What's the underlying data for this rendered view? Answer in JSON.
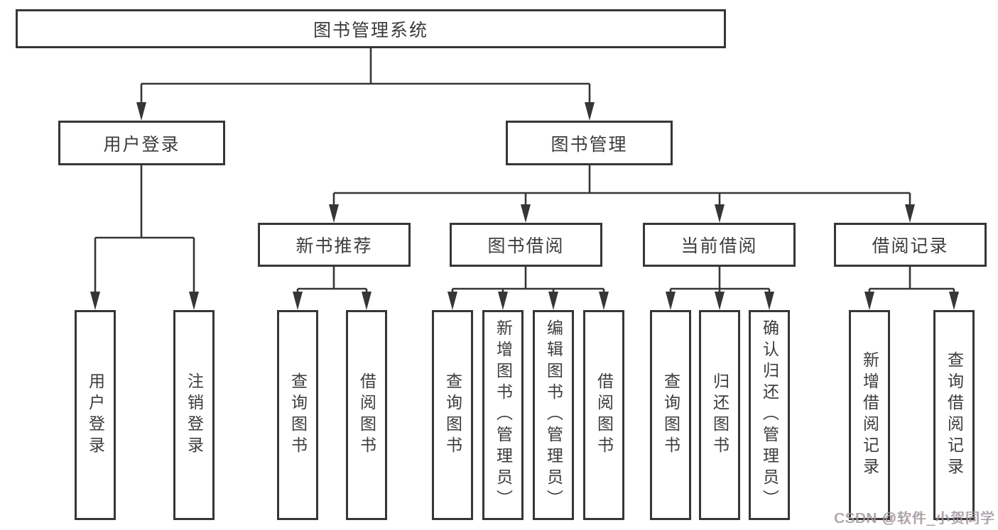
{
  "diagram_type": "functional-structure-tree",
  "watermark": "CSDN @软件_小贺同学",
  "colors": {
    "line": "#363636",
    "box_border": "#363636",
    "text": "#3c3c3c",
    "watermark": "#9e9e9e",
    "background": "#ffffff"
  },
  "tree": {
    "label": "图书管理系统",
    "children": [
      {
        "label": "用户登录",
        "children": [
          {
            "label": "用户登录"
          },
          {
            "label": "注销登录"
          }
        ]
      },
      {
        "label": "图书管理",
        "children": [
          {
            "label": "新书推荐",
            "children": [
              {
                "label": "查询图书"
              },
              {
                "label": "借阅图书"
              }
            ]
          },
          {
            "label": "图书借阅",
            "children": [
              {
                "label": "查询图书"
              },
              {
                "label": "新增图书（管理员）"
              },
              {
                "label": "编辑图书（管理员）"
              },
              {
                "label": "借阅图书"
              }
            ]
          },
          {
            "label": "当前借阅",
            "children": [
              {
                "label": "查询图书"
              },
              {
                "label": "归还图书"
              },
              {
                "label": "确认归还（管理员）"
              }
            ]
          },
          {
            "label": "借阅记录",
            "children": [
              {
                "label": "新增借阅记录"
              },
              {
                "label": "查询借阅记录"
              }
            ]
          }
        ]
      }
    ]
  }
}
